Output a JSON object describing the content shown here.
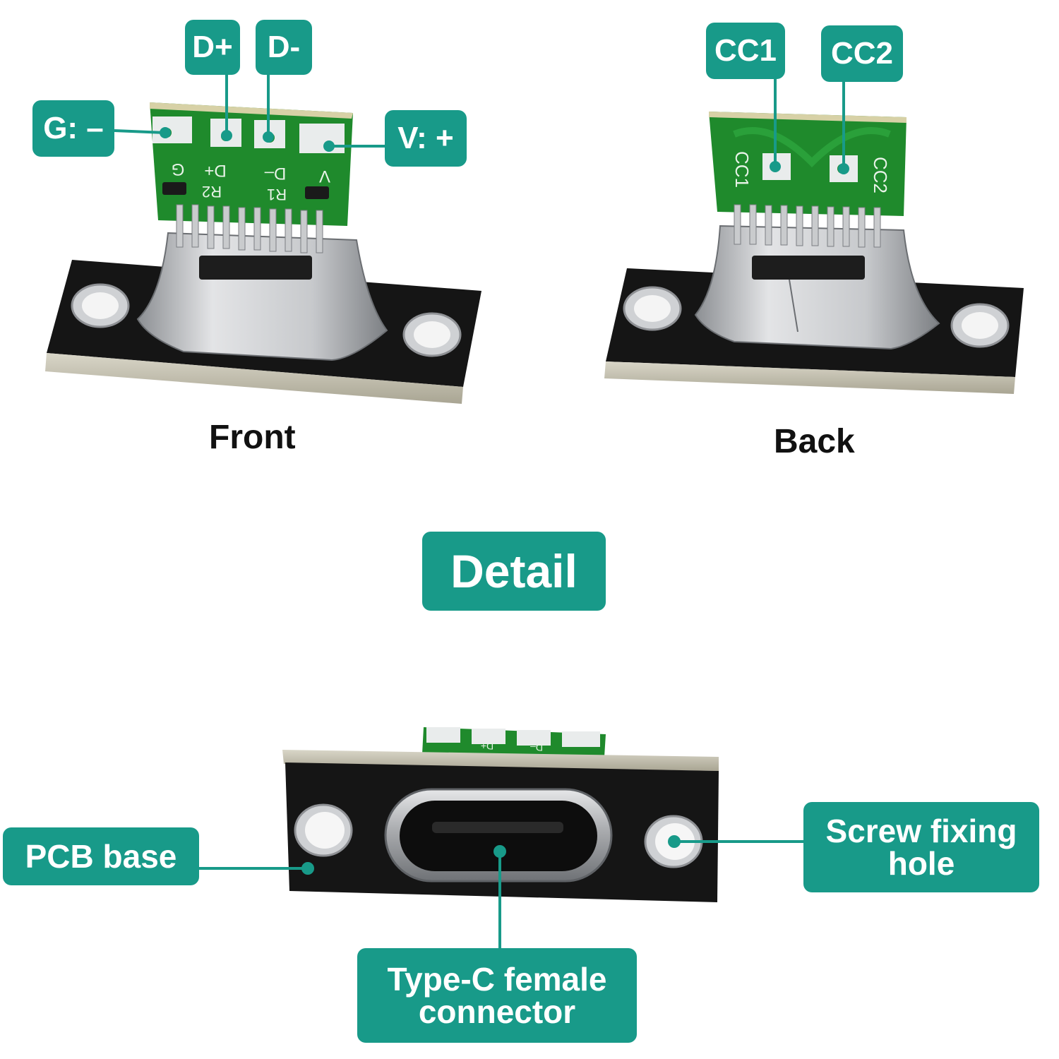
{
  "colors": {
    "accent": "#189a89",
    "pcb_green": "#1f8a2c",
    "base_black": "#151515",
    "metal": "#b9bbbe"
  },
  "front": {
    "caption": "Front",
    "labels": {
      "g": "G: –",
      "dplus": "D+",
      "dminus": "D-",
      "v": "V: +"
    },
    "silkscreen": {
      "g": "G",
      "dplus": "D+",
      "dminus": "D–",
      "v": "V",
      "r2": "R2",
      "r1": "R1"
    }
  },
  "back": {
    "caption": "Back",
    "labels": {
      "cc1": "CC1",
      "cc2": "CC2"
    },
    "silkscreen": {
      "cc1": "CC1",
      "cc2": "CC2"
    }
  },
  "detail": {
    "title": "Detail",
    "labels": {
      "pcb_base": "PCB base",
      "screw_line1": "Screw fixing",
      "screw_line2": "hole",
      "typec_line1": "Type-C female",
      "typec_line2": "connector"
    },
    "silkscreen": {
      "dplus": "D+",
      "dminus": "D–"
    }
  }
}
